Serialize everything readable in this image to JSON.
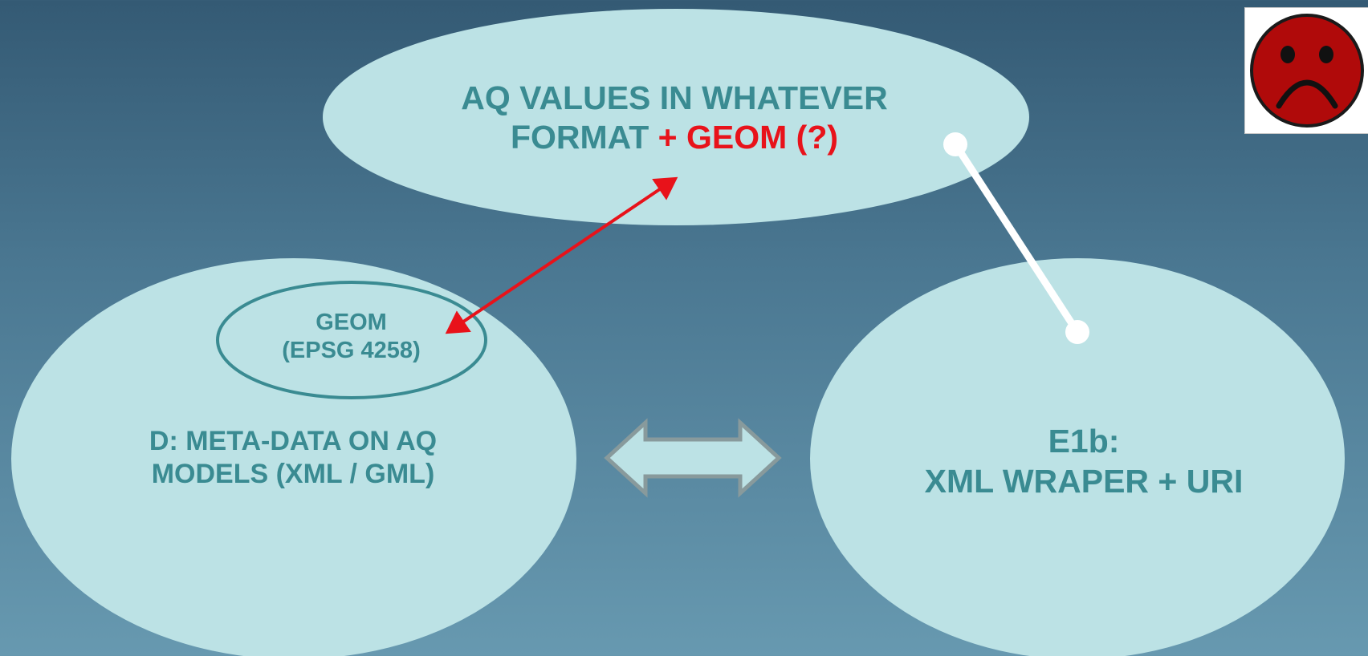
{
  "top_node": {
    "line1": "AQ VALUES IN WHATEVER",
    "line2_prefix": "FORMAT ",
    "line2_highlight": "+ GEOM (?)"
  },
  "geom_node": {
    "line1": "GEOM",
    "line2": "(EPSG 4258)"
  },
  "d_node": {
    "line1": "D: META-DATA ON AQ",
    "line2": "MODELS (XML / GML)"
  },
  "e_node": {
    "line1": "E1b:",
    "line2": "XML WRAPER + URI"
  },
  "colors": {
    "ellipse_fill": "#bce2e5",
    "label_teal": "#3a8b92",
    "highlight_red": "#e8121a",
    "connector_white": "#ffffff",
    "sad_face_red": "#b00a0a"
  },
  "icons": {
    "status": "sad-face-icon",
    "exchange": "double-arrow-icon"
  }
}
